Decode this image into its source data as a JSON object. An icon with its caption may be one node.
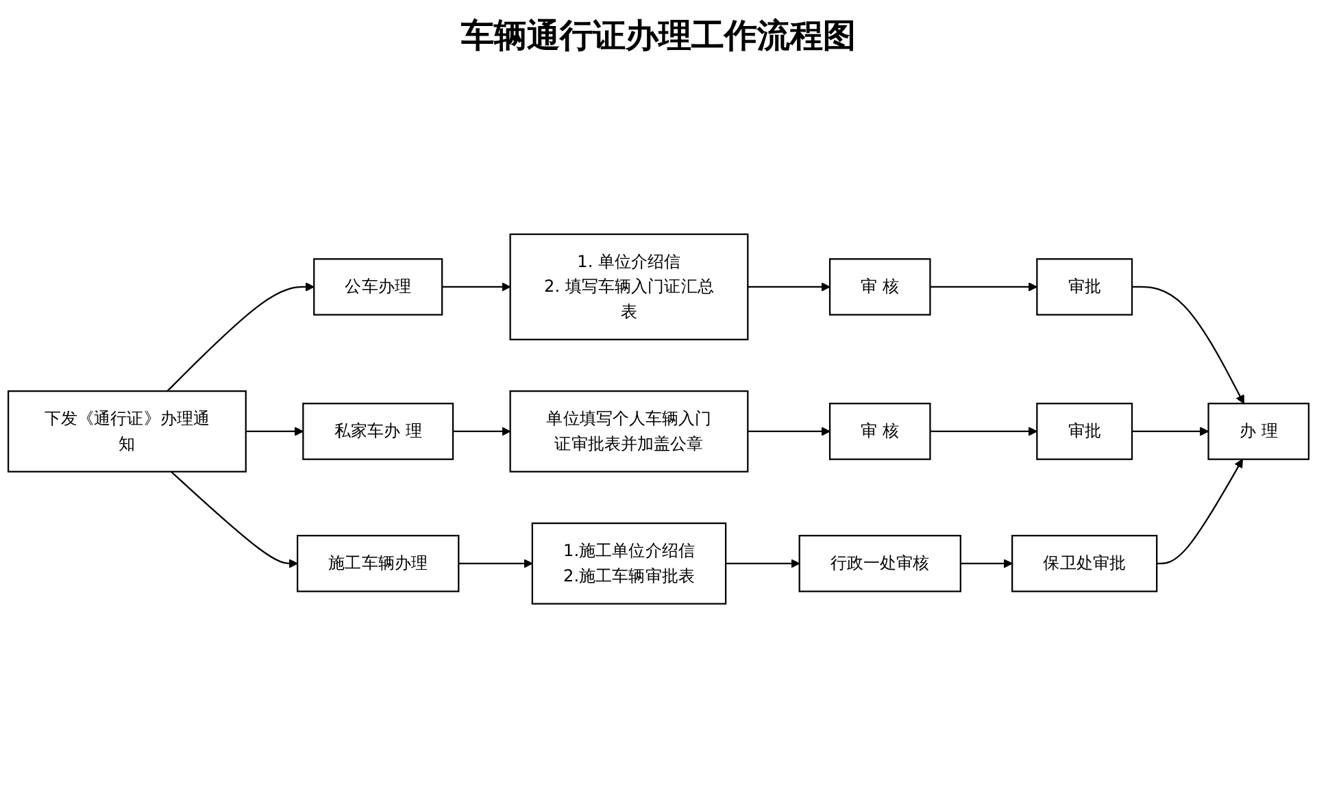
{
  "diagram": {
    "title": "车辆通行证办理工作流程图",
    "nodes": [
      {
        "text": [
          "下发《通行证》办理通知"
        ]
      },
      {
        "text": [
          "公车办理"
        ]
      },
      {
        "text": [
          "1. 单位介绍信",
          "2. 填写车辆入门证汇总表"
        ]
      },
      {
        "text": [
          "审 核"
        ]
      },
      {
        "text": [
          "审批"
        ]
      },
      {
        "text": [
          "私家车办 理"
        ]
      },
      {
        "text": [
          "单位填写个人车辆入门证审批表并加盖公章"
        ]
      },
      {
        "text": [
          "审 核"
        ]
      },
      {
        "text": [
          "审批"
        ]
      },
      {
        "text": [
          "施工车辆办理"
        ]
      },
      {
        "text": [
          "1.施工单位介绍信",
          "2.施工车辆审批表"
        ]
      },
      {
        "text": [
          "行政一处审核"
        ]
      },
      {
        "text": [
          "保卫处审批"
        ]
      },
      {
        "text": [
          "办 理"
        ]
      }
    ],
    "edges": [
      {
        "from": 0,
        "to": 1,
        "arrow": "to"
      },
      {
        "from": 0,
        "to": 5,
        "arrow": "to"
      },
      {
        "from": 0,
        "to": 9,
        "arrow": "to"
      },
      {
        "from": 1,
        "to": 2,
        "arrow": "to"
      },
      {
        "from": 2,
        "to": 3,
        "arrow": "to"
      },
      {
        "from": 3,
        "to": 4,
        "arrow": "to"
      },
      {
        "from": 4,
        "to": 13,
        "arrow": "to"
      },
      {
        "from": 5,
        "to": 6,
        "arrow": "to"
      },
      {
        "from": 6,
        "to": 7,
        "arrow": "to"
      },
      {
        "from": 7,
        "to": 8,
        "arrow": "to"
      },
      {
        "from": 8,
        "to": 13,
        "arrow": "to"
      },
      {
        "from": 9,
        "to": 10,
        "arrow": "to"
      },
      {
        "from": 10,
        "to": 11,
        "arrow": "to"
      },
      {
        "from": 11,
        "to": 12,
        "arrow": "to"
      },
      {
        "from": 12,
        "to": 13,
        "arrow": "to"
      }
    ]
  }
}
